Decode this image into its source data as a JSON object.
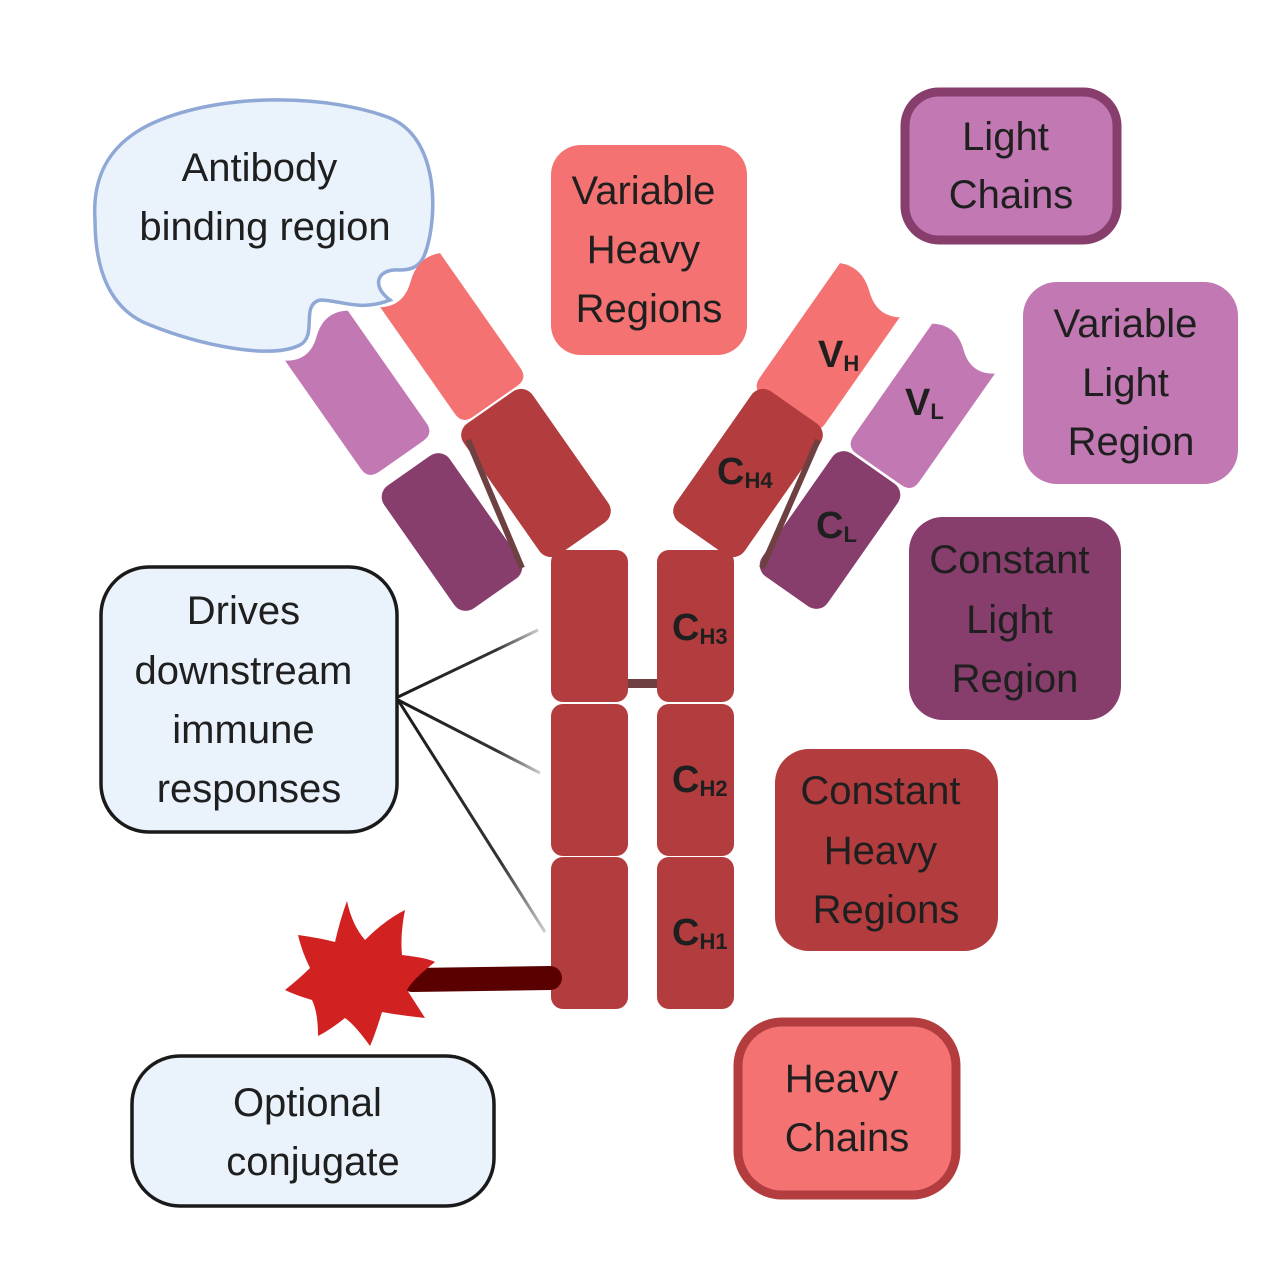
{
  "title": "Antibody structure diagram",
  "colors": {
    "variable_heavy": "#F47272",
    "constant_heavy": "#B23C3E",
    "variable_light": "#C178B3",
    "constant_light": "#873E6C",
    "disulfide": "#6E4042",
    "callout_fill": "#EAF2FC",
    "callout_border_blob": "#8FA8D6",
    "callout_border": "#1A1A1A",
    "conjugate_star": "#D12121",
    "conjugate_linker": "#5A0000",
    "text": "#1F1F1F"
  },
  "labels": {
    "antibody_binding_region": [
      "Antibody",
      "binding region"
    ],
    "variable_heavy_regions": [
      "Variable",
      "Heavy",
      "Regions"
    ],
    "light_chains": [
      "Light",
      "Chains"
    ],
    "variable_light_region": [
      "Variable",
      "Light",
      "Region"
    ],
    "constant_light_region": [
      "Constant",
      "Light",
      "Region"
    ],
    "constant_heavy_regions": [
      "Constant",
      "Heavy",
      "Regions"
    ],
    "heavy_chains": [
      "Heavy",
      "Chains"
    ],
    "drives_downstream": [
      "Drives",
      "downstream",
      "immune",
      "responses"
    ],
    "optional_conjugate": [
      "Optional",
      "conjugate"
    ]
  },
  "domains": {
    "vh": {
      "main": "V",
      "sub": "H"
    },
    "vl": {
      "main": "V",
      "sub": "L"
    },
    "ch4": {
      "main": "C",
      "sub": "H4"
    },
    "cl": {
      "main": "C",
      "sub": "L"
    },
    "ch3": {
      "main": "C",
      "sub": "H3"
    },
    "ch2": {
      "main": "C",
      "sub": "H2"
    },
    "ch1": {
      "main": "C",
      "sub": "H1"
    }
  }
}
